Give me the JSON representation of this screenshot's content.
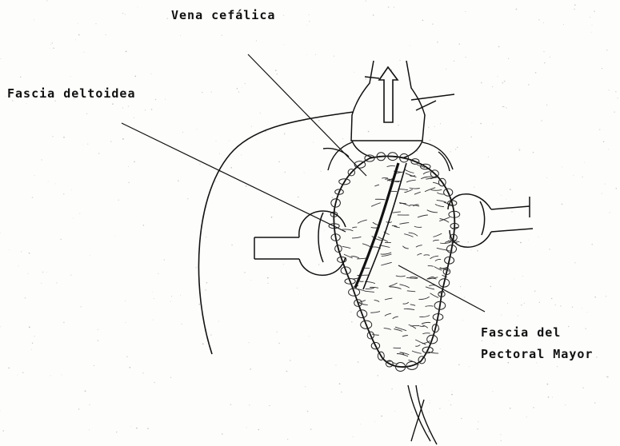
{
  "figure": {
    "labels": {
      "vena_cefalica": "Vena cefálica",
      "fascia_deltoidea": "Fascia deltoidea",
      "fascia_pectoral_line1": "Fascia del",
      "fascia_pectoral_line2": "Pectoral Mayor"
    },
    "ink_color": "#111111",
    "paper_color": "#fdfdfb"
  }
}
